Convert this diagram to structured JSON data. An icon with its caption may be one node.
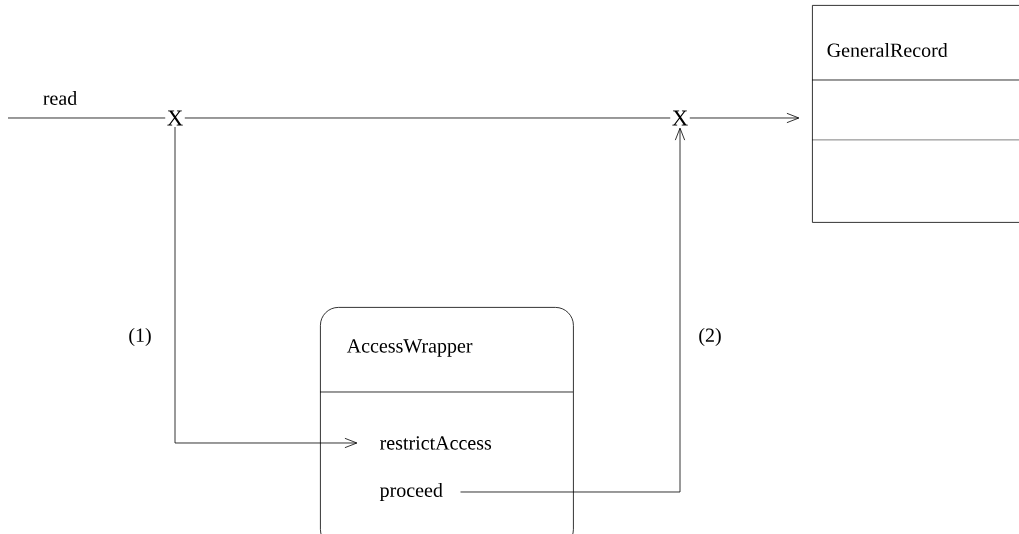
{
  "diagram": {
    "nodes": [
      {
        "text": [
          "GeneralRecord"
        ]
      },
      {
        "text": [
          "AccessWrapper"
        ]
      },
      {
        "text": [
          "restrictAccess"
        ],
        "in": 1
      },
      {
        "text": [
          "proceed"
        ],
        "in": 1
      },
      {
        "text": [
          "X"
        ]
      },
      {
        "text": [
          "X"
        ]
      }
    ],
    "edges": [
      {
        "from": null,
        "to": 4,
        "arrow": "none",
        "label": "read"
      },
      {
        "from": 4,
        "to": 5,
        "arrow": "none"
      },
      {
        "from": 5,
        "to": 0,
        "arrow": "to"
      },
      {
        "from": 4,
        "to": 2,
        "arrow": "to",
        "label": "(1)"
      },
      {
        "from": 3,
        "to": 5,
        "arrow": "to",
        "label": "(2)"
      }
    ]
  }
}
